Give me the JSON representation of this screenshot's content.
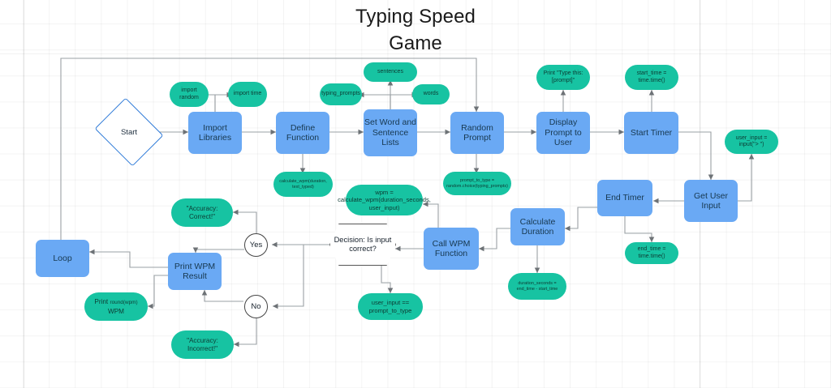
{
  "title": {
    "line1": "Typing Speed",
    "line2": "Game"
  },
  "colors": {
    "process_fill": "#6aa9f4",
    "data_fill": "#17c3a2",
    "start_stroke": "#2f7bd8",
    "decision_stroke": "#555555",
    "edge_stroke": "#8a8f94",
    "canvas_bg": "#ffffff",
    "grid_line": "#f0f0f0"
  },
  "diagram": {
    "type": "flowchart",
    "nodes": {
      "start": {
        "label": "Start",
        "shape": "diamond"
      },
      "import_libraries": {
        "label": "Import Libraries",
        "shape": "process"
      },
      "import_random": {
        "label": "import random",
        "shape": "data"
      },
      "import_time": {
        "label": "import time",
        "shape": "data"
      },
      "define_function": {
        "label": "Define Function",
        "shape": "process"
      },
      "calc_wpm_sig": {
        "label": "calculate_wpm(duration, text_typed)",
        "shape": "data"
      },
      "set_lists": {
        "label": "Set Word and Sentence Lists",
        "shape": "process"
      },
      "typing_prompts": {
        "label": "typing_prompts",
        "shape": "data"
      },
      "sentences": {
        "label": "sentences",
        "shape": "data"
      },
      "words": {
        "label": "words",
        "shape": "data"
      },
      "random_prompt": {
        "label": "Random Prompt",
        "shape": "process"
      },
      "prompt_assign": {
        "label": "prompt_to_type = random.choice(typing_prompts)",
        "shape": "data"
      },
      "display_prompt": {
        "label": "Display Prompt to User",
        "shape": "process"
      },
      "print_type_this": {
        "label": "Print \"Type this: [prompt]\"",
        "shape": "data"
      },
      "start_timer": {
        "label": "Start Timer",
        "shape": "process"
      },
      "start_time_assign": {
        "label": "start_time = time.time()",
        "shape": "data"
      },
      "get_user_input": {
        "label": "Get User Input",
        "shape": "process"
      },
      "user_input_assign": {
        "label": "user_input = input(\"> \")",
        "shape": "data"
      },
      "end_timer": {
        "label": "End Timer",
        "shape": "process"
      },
      "end_time_assign": {
        "label": "end_time = time.time()",
        "shape": "data"
      },
      "calculate_duration": {
        "label": "Calculate Duration",
        "shape": "process"
      },
      "duration_assign": {
        "label": "duration_seconds = end_time - start_time",
        "shape": "data"
      },
      "call_wpm": {
        "label": "Call WPM Function",
        "shape": "process"
      },
      "wpm_assign": {
        "label": "wpm = calculate_wpm(duration_seconds, user_input)",
        "shape": "data"
      },
      "decision": {
        "label": "Decision: Is input correct?",
        "shape": "hexagon"
      },
      "decision_cond": {
        "label": "user_input == prompt_to_type",
        "shape": "data"
      },
      "yes": {
        "label": "Yes",
        "shape": "circle"
      },
      "no": {
        "label": "No",
        "shape": "circle"
      },
      "accuracy_correct": {
        "label": "\"Accuracy: Correct!\"",
        "shape": "data"
      },
      "accuracy_incorrect": {
        "label": "\"Accuracy: Incorrect!\"",
        "shape": "data"
      },
      "print_wpm_result": {
        "label": "Print WPM Result",
        "shape": "process"
      },
      "print_round_wpm": {
        "label_a": "Print ",
        "label_b": "round(wpm)",
        "label_c": "WPM",
        "shape": "data"
      },
      "loop": {
        "label": "Loop",
        "shape": "process"
      }
    },
    "edges": [
      {
        "from": "start",
        "to": "import_libraries"
      },
      {
        "from": "import_libraries",
        "to": "import_random"
      },
      {
        "from": "import_libraries",
        "to": "import_time"
      },
      {
        "from": "import_libraries",
        "to": "define_function"
      },
      {
        "from": "define_function",
        "to": "calc_wpm_sig"
      },
      {
        "from": "define_function",
        "to": "set_lists"
      },
      {
        "from": "set_lists",
        "to": "typing_prompts"
      },
      {
        "from": "set_lists",
        "to": "sentences"
      },
      {
        "from": "set_lists",
        "to": "words"
      },
      {
        "from": "set_lists",
        "to": "random_prompt"
      },
      {
        "from": "random_prompt",
        "to": "prompt_assign"
      },
      {
        "from": "random_prompt",
        "to": "display_prompt"
      },
      {
        "from": "display_prompt",
        "to": "print_type_this"
      },
      {
        "from": "display_prompt",
        "to": "start_timer"
      },
      {
        "from": "start_timer",
        "to": "start_time_assign"
      },
      {
        "from": "start_timer",
        "to": "get_user_input"
      },
      {
        "from": "get_user_input",
        "to": "user_input_assign"
      },
      {
        "from": "get_user_input",
        "to": "end_timer"
      },
      {
        "from": "end_timer",
        "to": "end_time_assign"
      },
      {
        "from": "end_timer",
        "to": "calculate_duration"
      },
      {
        "from": "calculate_duration",
        "to": "duration_assign"
      },
      {
        "from": "calculate_duration",
        "to": "call_wpm"
      },
      {
        "from": "call_wpm",
        "to": "wpm_assign"
      },
      {
        "from": "call_wpm",
        "to": "decision"
      },
      {
        "from": "decision",
        "to": "decision_cond"
      },
      {
        "from": "decision",
        "to": "yes"
      },
      {
        "from": "decision",
        "to": "no"
      },
      {
        "from": "yes",
        "to": "accuracy_correct"
      },
      {
        "from": "yes",
        "to": "print_wpm_result"
      },
      {
        "from": "no",
        "to": "accuracy_incorrect"
      },
      {
        "from": "no",
        "to": "print_wpm_result"
      },
      {
        "from": "print_wpm_result",
        "to": "print_round_wpm"
      },
      {
        "from": "print_wpm_result",
        "to": "loop"
      },
      {
        "from": "loop",
        "to": "random_prompt"
      }
    ]
  }
}
